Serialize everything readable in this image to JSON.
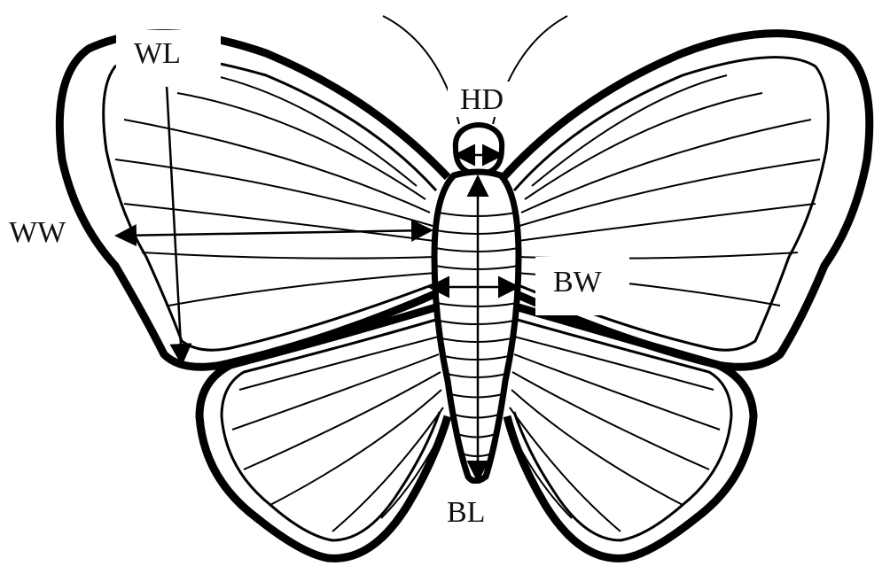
{
  "labels": {
    "wing_length": "WL",
    "head_width": "HD",
    "wing_width": "WW",
    "body_width": "BW",
    "body_length": "BL"
  },
  "colors": {
    "outline": "#000000",
    "background": "#ffffff"
  }
}
